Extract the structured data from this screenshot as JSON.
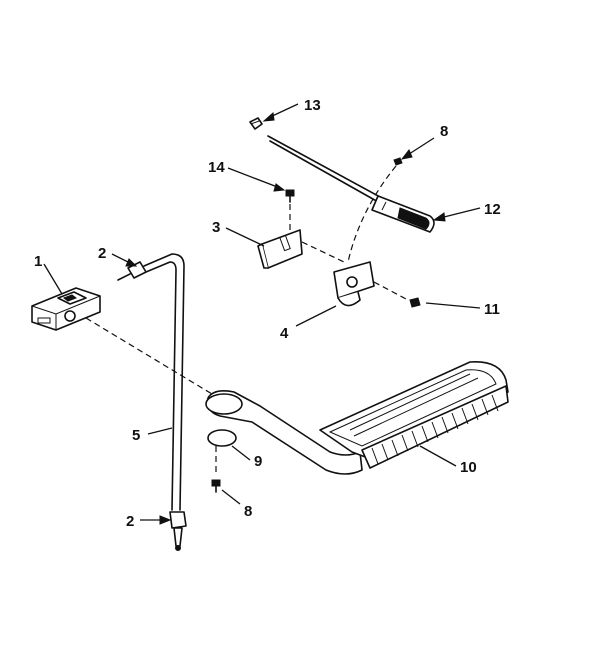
{
  "callouts": {
    "c1": "1",
    "c2a": "2",
    "c2b": "2",
    "c3": "3",
    "c4": "4",
    "c5": "5",
    "c8a": "8",
    "c8b": "8",
    "c9": "9",
    "c10": "10",
    "c11": "11",
    "c12": "12",
    "c13": "13",
    "c14": "14"
  },
  "colors": {
    "ink": "#111111",
    "background": "#ffffff"
  }
}
